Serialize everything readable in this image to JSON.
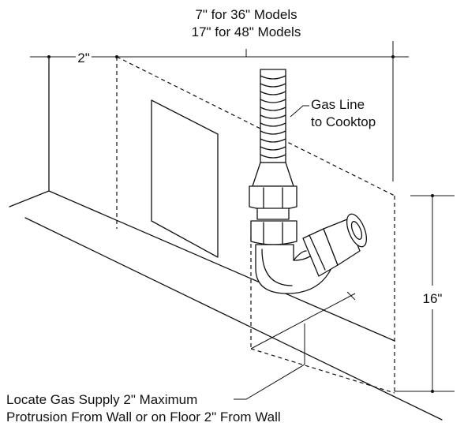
{
  "labels": {
    "top_dimension_line1": "7\" for 36\" Models",
    "top_dimension_line2": "17\" for 48\" Models",
    "left_dimension": "2\"",
    "gas_line_line1": "Gas Line",
    "gas_line_line2": "to Cooktop",
    "height_dimension": "16\"",
    "note_line1": "Locate Gas Supply 2\" Maximum",
    "note_line2": "Protrusion From Wall or on Floor 2\" From Wall"
  },
  "colors": {
    "ink": "#111111",
    "background": "#ffffff"
  }
}
